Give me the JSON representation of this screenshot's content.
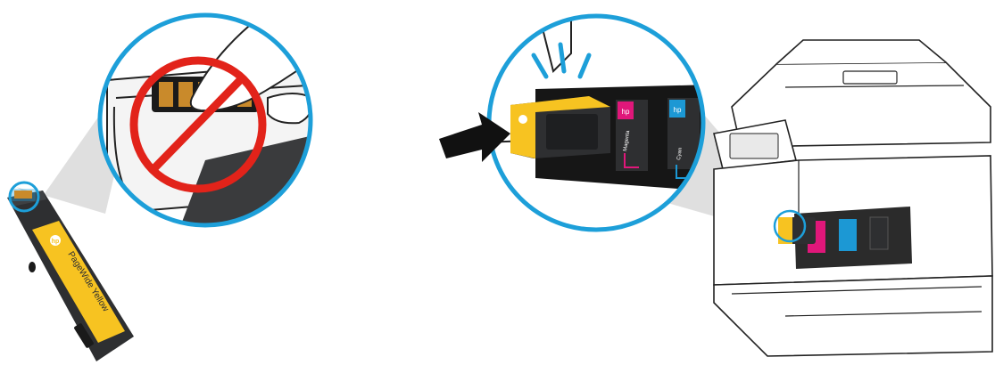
{
  "colors": {
    "callout_ring": "#1d9fd9",
    "prohibited_sign": "#e2231a",
    "cartridge_yellow": "#f7c321",
    "cartridge_body": "#2e2f31",
    "magenta_slot": "#e0177a",
    "cyan_slot": "#1c98d4",
    "contact_copper": "#c98a2b",
    "arrow": "#111111",
    "zoom_cone": "#d9d9d9"
  },
  "cartridge": {
    "brand_text": "hp",
    "label_text": "PageWide Yellow"
  },
  "icons": {
    "prohibited": "prohibited-icon",
    "finger": "finger-icon",
    "insert_arrow": "insert-arrow-icon",
    "click_marks": "click-sound-icon"
  },
  "slots": [
    {
      "brand": "hp",
      "name": "Magenta",
      "color": "#e0177a"
    },
    {
      "brand": "hp",
      "name": "Cyan",
      "color": "#1c98d4"
    }
  ]
}
